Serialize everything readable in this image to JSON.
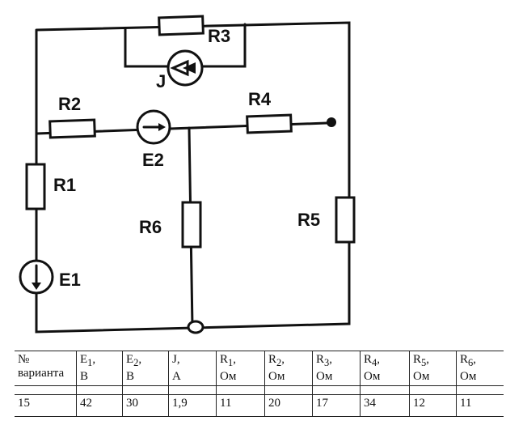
{
  "circuit": {
    "labels": {
      "r1": "R1",
      "r2": "R2",
      "r3": "R3",
      "r4": "R4",
      "r5": "R5",
      "r6": "R6",
      "e1": "E1",
      "e2": "E2",
      "j": "J"
    }
  },
  "table": {
    "headers": [
      {
        "top": "№",
        "bottom": "варианта"
      },
      {
        "sym": "E",
        "sub": "1",
        "comma": ",",
        "bottom": "В"
      },
      {
        "sym": "E",
        "sub": "2",
        "comma": ",",
        "bottom": "В"
      },
      {
        "sym": "J",
        "sub": "",
        "comma": ",",
        "bottom": "А"
      },
      {
        "sym": "R",
        "sub": "1",
        "comma": ",",
        "bottom": "Ом"
      },
      {
        "sym": "R",
        "sub": "2",
        "comma": ",",
        "bottom": "Ом"
      },
      {
        "sym": "R",
        "sub": "3",
        "comma": ",",
        "bottom": "Ом"
      },
      {
        "sym": "R",
        "sub": "4",
        "comma": ",",
        "bottom": "Ом"
      },
      {
        "sym": "R",
        "sub": "5",
        "comma": ",",
        "bottom": "Ом"
      },
      {
        "sym": "R",
        "sub": "6",
        "comma": ",",
        "bottom": "Ом"
      }
    ],
    "values": [
      "15",
      "42",
      "30",
      "1,9",
      "11",
      "20",
      "17",
      "34",
      "12",
      "11"
    ]
  }
}
